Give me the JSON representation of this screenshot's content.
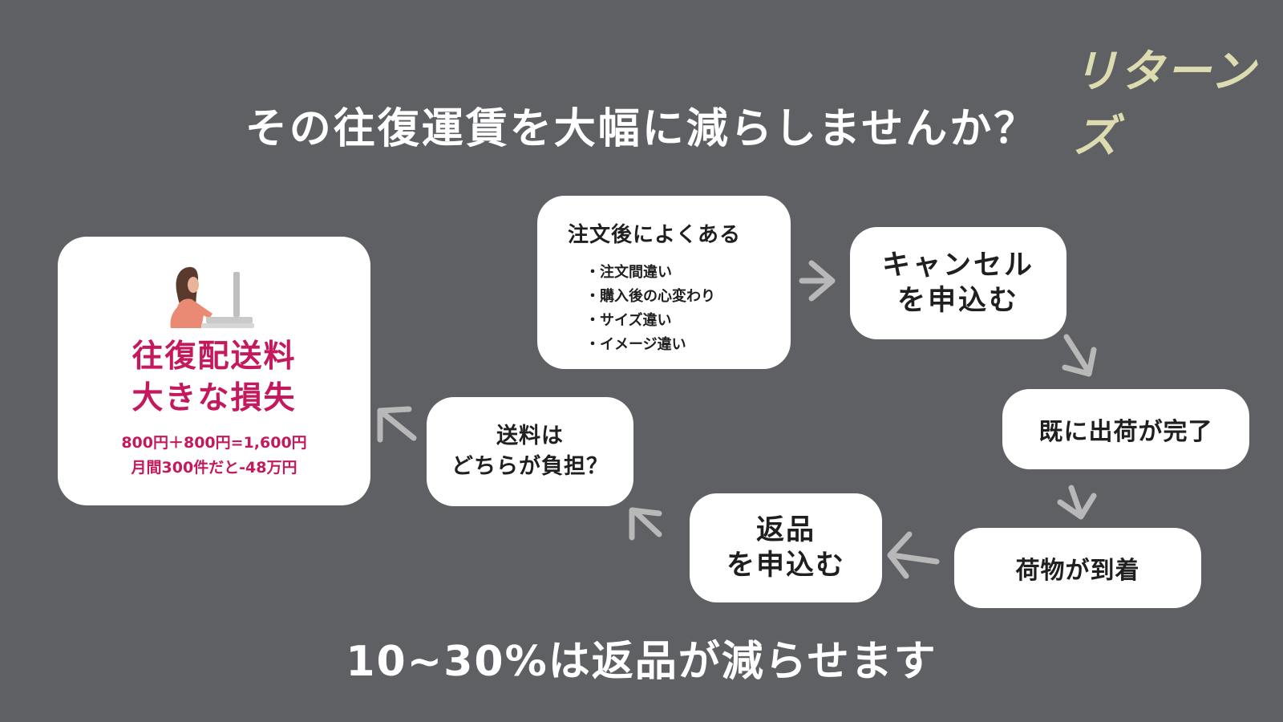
{
  "logo": {
    "text": "リターンズ"
  },
  "title": "その往復運賃を大幅に減らしませんか？",
  "bottom_text": "10~30%は返品が減らせます",
  "loss_box": {
    "title_line1": "往復配送料",
    "title_line2": "大きな損失",
    "detail_line1": "800円＋800円=1,600円",
    "detail_line2": "月間300件だと-48万円"
  },
  "flow": {
    "after_order": {
      "heading": "注文後によくある",
      "items": [
        "注文間違い",
        "購入後の心変わり",
        "サイズ違い",
        "イメージ違い"
      ]
    },
    "cancel": {
      "line1": "キャンセル",
      "line2": "を申込む"
    },
    "shipped": "既に出荷が完了",
    "arrived": "荷物が到着",
    "return_request": {
      "line1": "返品",
      "line2": "を申込む"
    },
    "shipping_cost": {
      "line1": "送料は",
      "line2": "どちらが負担？"
    }
  },
  "colors": {
    "background": "#5f6063",
    "accent": "#c4195d",
    "arrow": "#b8b8b8"
  }
}
